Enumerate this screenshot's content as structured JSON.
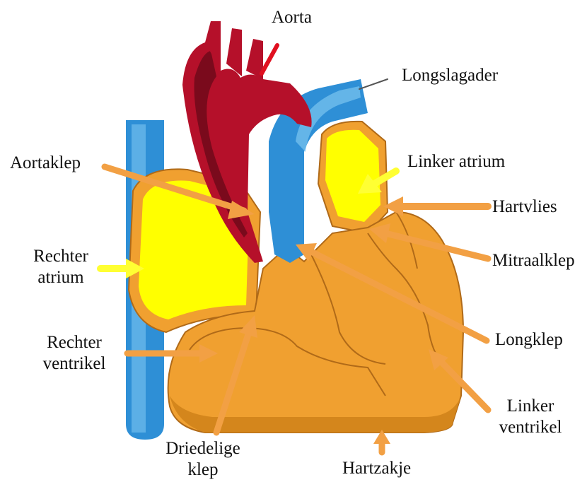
{
  "labels": {
    "aorta": "Aorta",
    "longslagader": "Longslagader",
    "aortaklep": "Aortaklep",
    "linker_atrium": "Linker atrium",
    "hartvlies": "Hartvlies",
    "rechter_atrium": [
      "Rechter",
      "atrium"
    ],
    "mitraalklep": "Mitraalklep",
    "rechter_ventrikel": [
      "Rechter",
      "ventrikel"
    ],
    "longklep": "Longklep",
    "linker_ventrikel": [
      "Linker",
      "ventrikel"
    ],
    "driedelige_klep": [
      "Driedelige",
      "klep"
    ],
    "hartzakje": "Hartzakje"
  },
  "colors": {
    "aorta_red": "#b5102a",
    "aorta_dark": "#7a0a1c",
    "vessel_blue": "#2e8fd6",
    "vessel_light": "#7cc4f0",
    "atrium_yellow": "#ffff00",
    "muscle_orange": "#f0a030",
    "muscle_dark": "#d4861c",
    "outline": "#b06a18",
    "arrow_orange": "#f2a044",
    "arrow_yellow": "#ffff33"
  }
}
